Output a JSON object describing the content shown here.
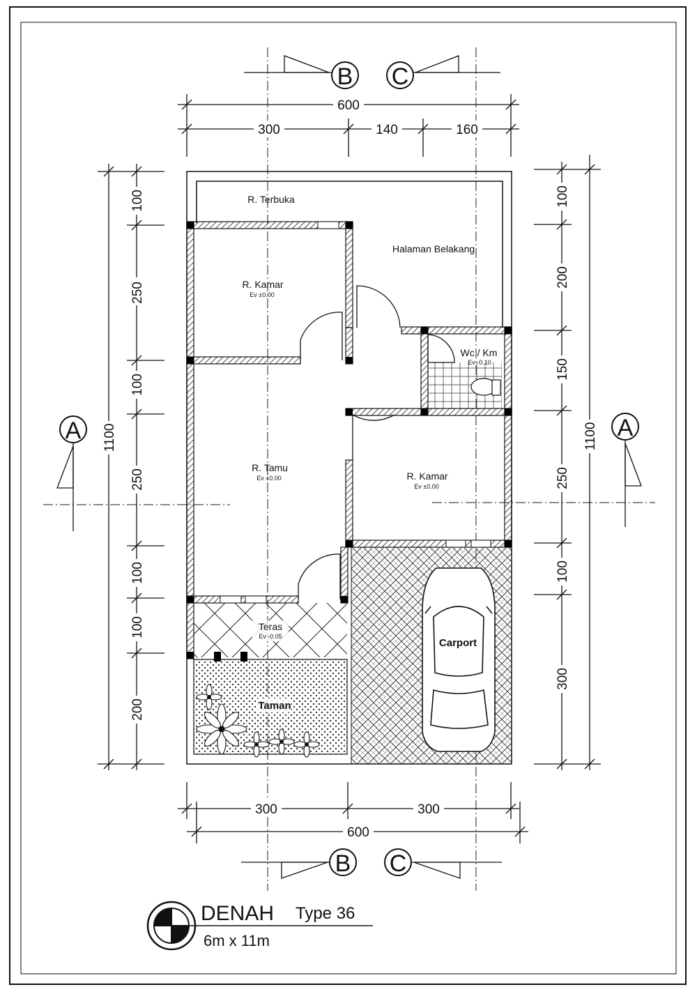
{
  "dimensions": {
    "top_total": "600",
    "top_a": "300",
    "top_b": "140",
    "top_c": "160",
    "bottom_a": "300",
    "bottom_b": "300",
    "bottom_total": "600",
    "left_total": "1100",
    "left_1": "100",
    "left_2": "250",
    "left_3": "100",
    "left_4": "250",
    "left_5": "100",
    "left_6": "100",
    "left_7": "200",
    "right_total": "1100",
    "right_1": "100",
    "right_2": "200",
    "right_3": "150",
    "right_4": "250",
    "right_5": "100",
    "right_6": "300"
  },
  "sections": {
    "b": "B",
    "c": "C",
    "a": "A"
  },
  "rooms": {
    "terbuka": "R. Terbuka",
    "halaman": "Halaman Belakang",
    "kamar1": "R. Kamar",
    "kamar1_ev": "Ev ±0.00",
    "wc": "Wc / Km",
    "wc_ev": "Ev -0.10",
    "tamu": "R. Tamu",
    "tamu_ev": "Ev ±0.00",
    "kamar2": "R. Kamar",
    "kamar2_ev": "Ev ±0.00",
    "teras": "Teras",
    "teras_ev": "Ev -0.05",
    "carport": "Carport",
    "taman": "Taman"
  },
  "title": {
    "main": "DENAH",
    "type": "Type 36",
    "size": "6m  x 11m"
  }
}
